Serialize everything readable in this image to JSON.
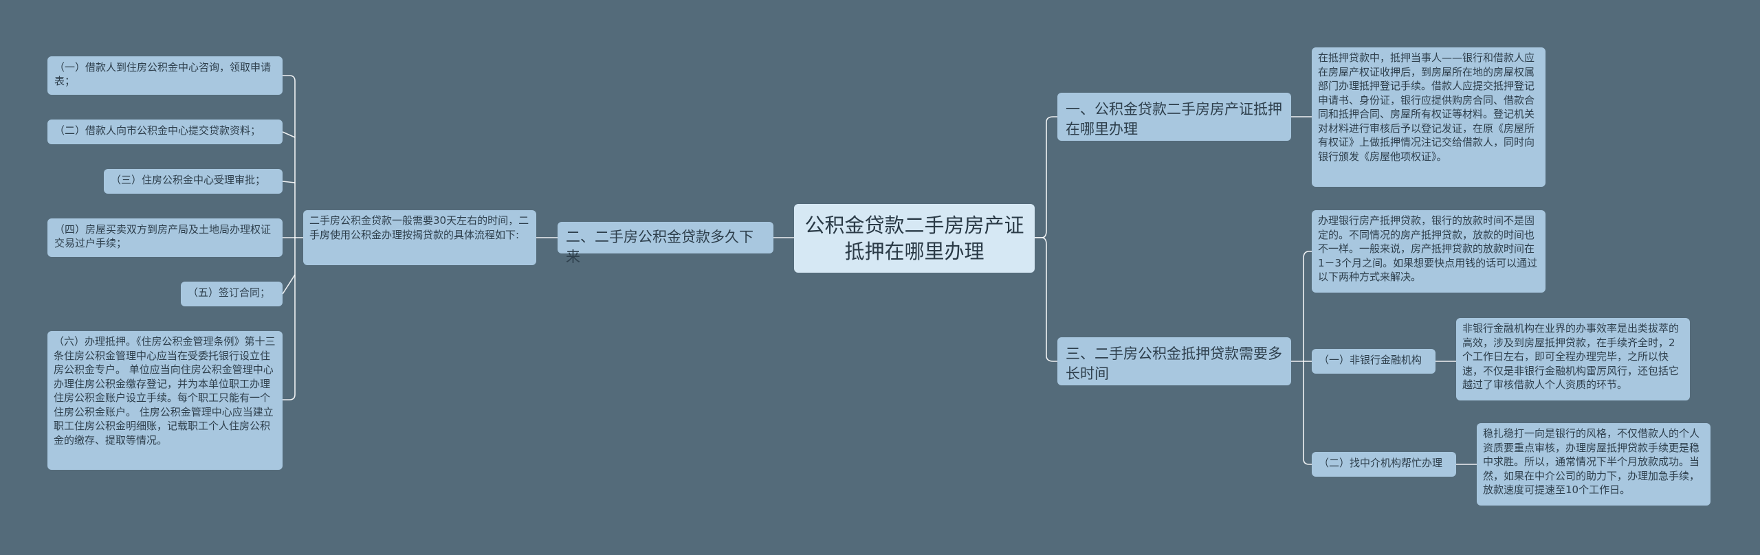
{
  "root": {
    "title": "公积金贷款二手房房产证抵押在哪里办理"
  },
  "branches": [
    {
      "label": "一、公积金贷款二手房房产证抵押在哪里办理",
      "detail": "在抵押贷款中，抵押当事人——银行和借款人应在房屋产权证收押后，到房屋所在地的房屋权属部门办理抵押登记手续。借款人应提交抵押登记申请书、身份证，银行应提供购房合同、借款合同和抵押合同、房屋所有权证等材料。登记机关对材料进行审核后予以登记发证，在原《房屋所有权证》上做抵押情况注记交给借款人，同时向银行颁发《房屋他项权证》。"
    },
    {
      "label": "二、二手房公积金贷款多久下来",
      "detail": "二手房公积金贷款一般需要30天左右的时间，二手房使用公积金办理按揭贷款的具体流程如下:",
      "steps": [
        "（一）借款人到住房公积金中心咨询，领取申请表；",
        "（二）借款人向市公积金中心提交贷款资料；",
        "（三）住房公积金中心受理审批；",
        "（四）房屋买卖双方到房产局及土地局办理权证交易过户手续；",
        "（五）签订合同；",
        "（六）办理抵押。《住房公积金管理条例》第十三条住房公积金管理中心应当在受委托银行设立住房公积金专户。 单位应当向住房公积金管理中心办理住房公积金缴存登记，并为本单位职工办理住房公积金账户设立手续。每个职工只能有一个住房公积金账户。 住房公积金管理中心应当建立职工住房公积金明细账，记载职工个人住房公积金的缴存、提取等情况。"
      ]
    },
    {
      "label": "三、二手房公积金抵押贷款需要多长时间",
      "detail": "办理银行房产抵押贷款，银行的放款时间不是固定的。不同情况的房产抵押贷款，放款的时间也不一样。一般来说，房产抵押贷款的放款时间在1－3个月之间。如果想要快点用钱的话可以通过以下两种方式来解决。",
      "options": [
        {
          "label": "（一）非银行金融机构",
          "detail": "非银行金融机构在业界的办事效率是出类拔萃的高效，涉及到房屋抵押贷款，在手续齐全时，2个工作日左右，即可全程办理完毕，之所以快速，不仅是非银行金融机构雷厉风行，还包括它越过了审核借款人个人资质的环节。"
        },
        {
          "label": "（二）找中介机构帮忙办理",
          "detail": "稳扎稳打一向是银行的风格，不仅借款人的个人资质要重点审核，办理房屋抵押贷款手续更是稳中求胜。所以，通常情况下半个月放款成功。当然，如果在中介公司的助力下，办理加急手续，放款速度可提速至10个工作日。"
        }
      ]
    }
  ],
  "colors": {
    "background": "#546b7a",
    "root_fill": "#d6e8f4",
    "node_fill": "#a8c7df",
    "node_text": "#2e3f4c",
    "connector": "#ffffff"
  }
}
